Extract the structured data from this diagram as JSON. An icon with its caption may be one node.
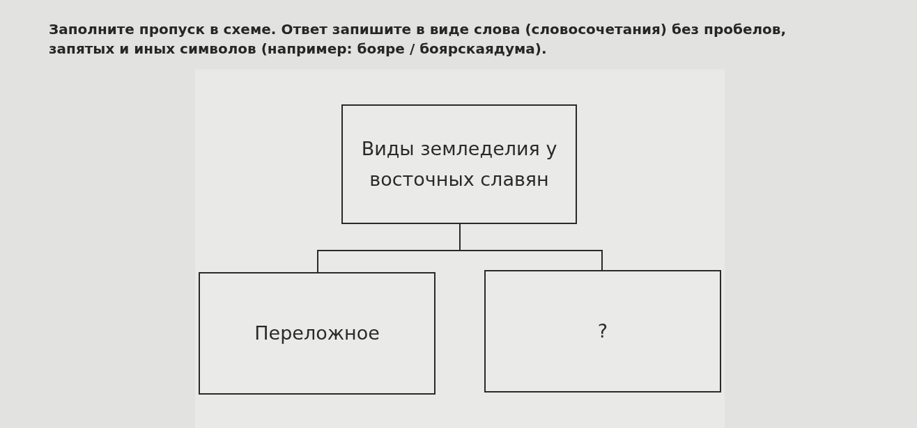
{
  "diagram": {
    "title": "Заполните пропуск в схеме. Ответ запишите в виде слова (словосочетания) без пробелов, запятых и иных символов (например: бояре / боярскаядума).",
    "nodes": [
      {
        "text": [
          "Виды земледелия у восточных славян"
        ]
      },
      {
        "text": [
          "Переложное"
        ]
      },
      {
        "text": [
          "?"
        ]
      }
    ],
    "edges": [
      {
        "from": 0,
        "to": 1,
        "arrow": "none"
      },
      {
        "from": 0,
        "to": 2,
        "arrow": "none"
      }
    ]
  }
}
